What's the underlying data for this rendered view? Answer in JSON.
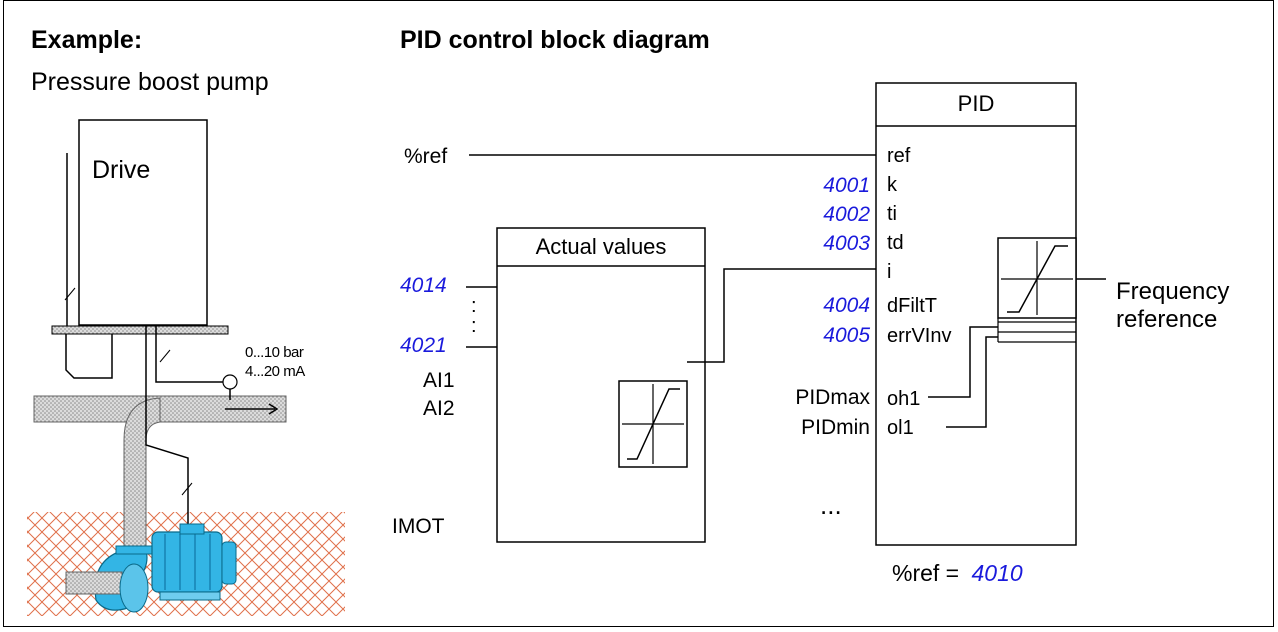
{
  "example": {
    "heading": "Example:",
    "subtitle": "Pressure boost pump",
    "drive_label": "Drive",
    "gauge_range": "0...10 bar",
    "gauge_signal": "4...20 mA"
  },
  "diagram": {
    "title": "PID control block diagram",
    "pid_block": {
      "title": "PID",
      "inputs": [
        "ref",
        "k",
        "ti",
        "td",
        "i",
        "dFiltT",
        "errVInv",
        "oh1",
        "ol1"
      ],
      "parameters": {
        "k": "4001",
        "ti": "4002",
        "td": "4003",
        "dFiltT": "4004",
        "errVInv": "4005"
      }
    },
    "ref_label": "%ref",
    "actual_block": {
      "title": "Actual values",
      "param_from": "4014",
      "param_to": "4021",
      "ellipsis": ":",
      "inputs": [
        "AI1",
        "AI2",
        "IMOT"
      ]
    },
    "limits": {
      "max": "PIDmax",
      "min": "PIDmin"
    },
    "more": "...",
    "output": {
      "line1": "Frequency",
      "line2": "reference"
    },
    "footer": {
      "prefix": "%ref = ",
      "param": "4010"
    }
  },
  "colors": {
    "parameter": "#1a1adc",
    "pump": "#33b5e5",
    "pipe": "#d9d9d9",
    "ground_hatch": "#e0704a"
  }
}
